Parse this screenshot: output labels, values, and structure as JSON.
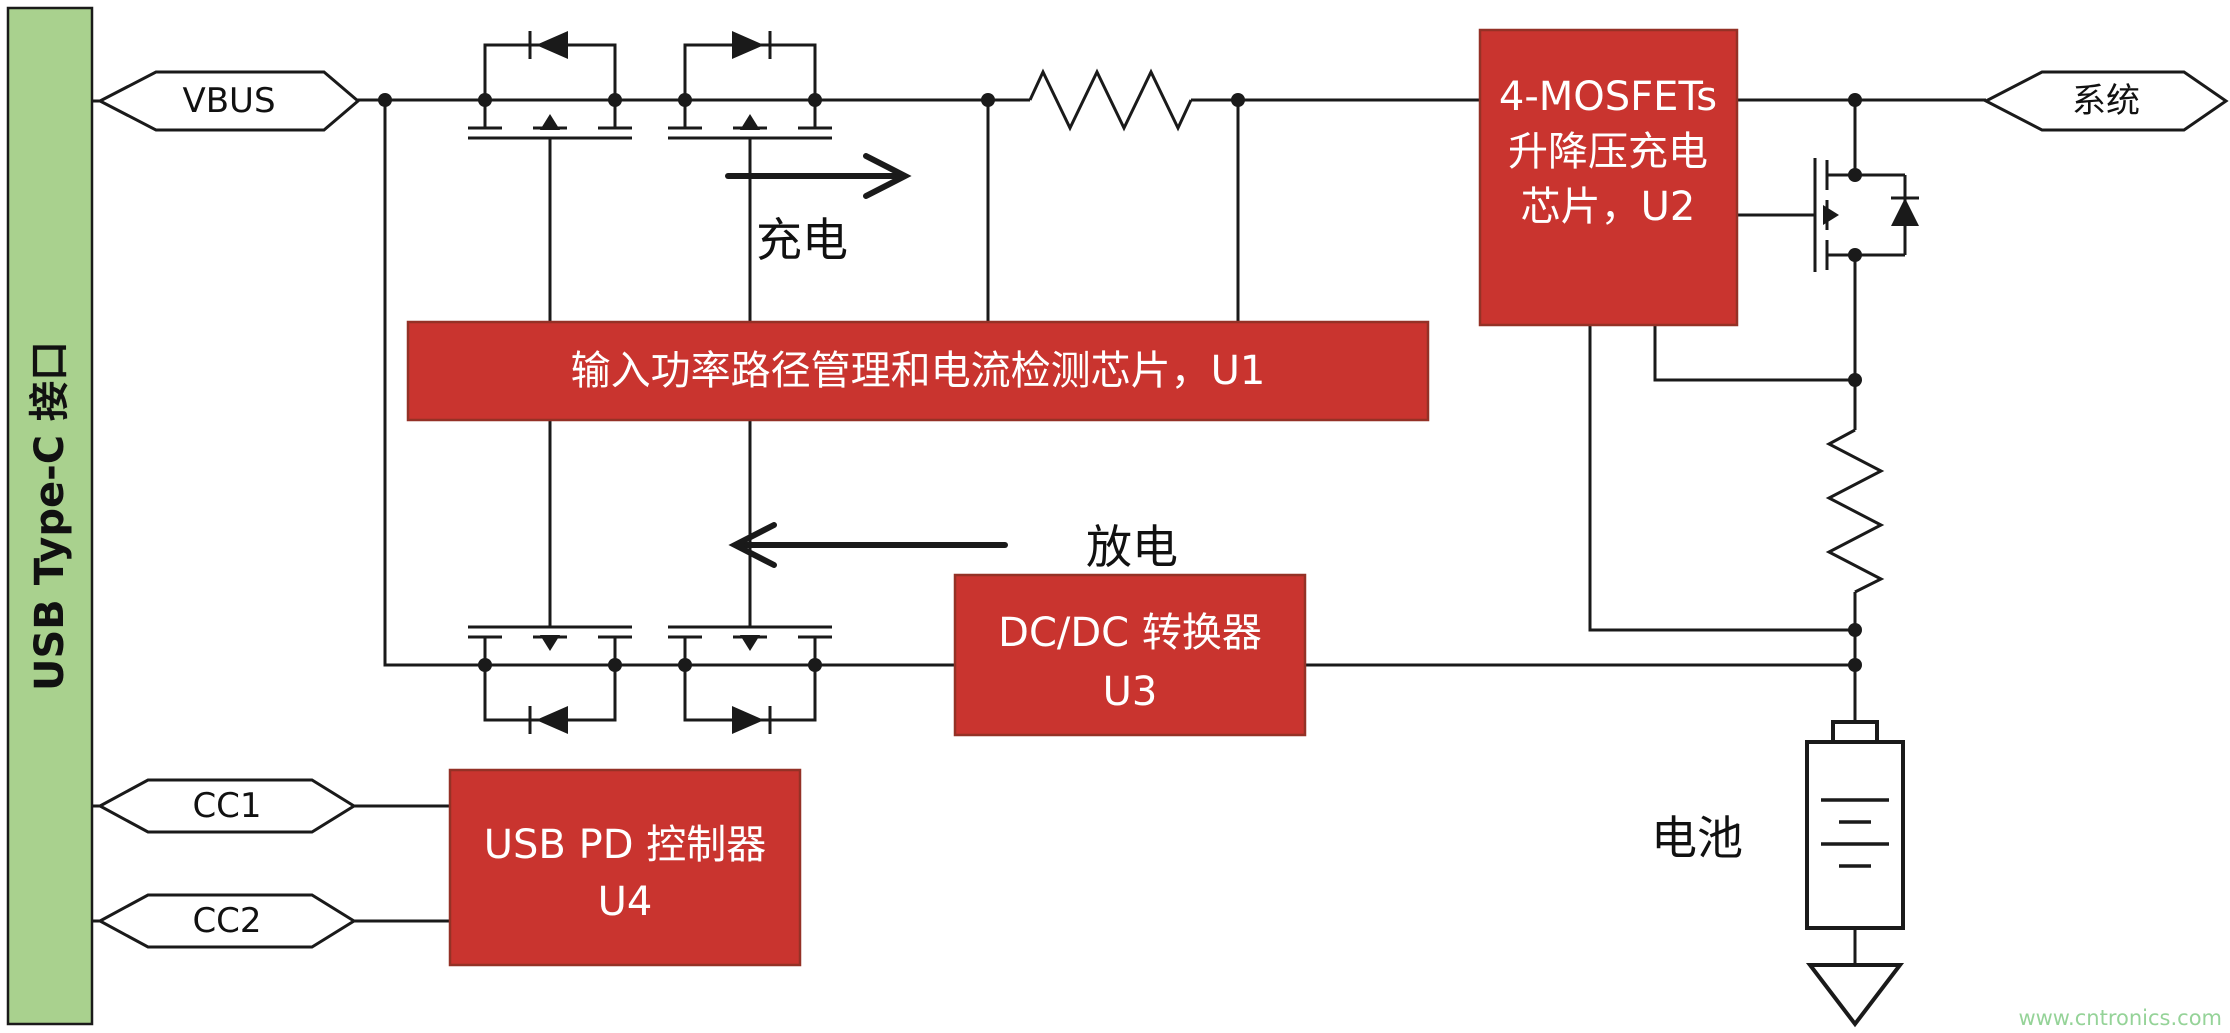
{
  "diagram": {
    "connector_label": "USB Type-C 接口",
    "tags": {
      "vbus": "VBUS",
      "system": "系统",
      "cc1": "CC1",
      "cc2": "CC2"
    },
    "blocks": {
      "u1": {
        "label": "输入功率路径管理和电流检测芯片，U1"
      },
      "u2": {
        "line1": "4-MOSFETs",
        "line2": "升降压充电",
        "line3": "芯片，U2"
      },
      "u3": {
        "line1": "DC/DC 转换器",
        "line2": "U3"
      },
      "u4": {
        "line1": "USB PD 控制器",
        "line2": "U4"
      }
    },
    "labels": {
      "charge": "充电",
      "discharge": "放电",
      "battery": "电池"
    },
    "watermark": "www.cntronics.com",
    "colors": {
      "connector_fill": "#a9d18e",
      "block_fill": "#c9342f",
      "block_border": "#943126",
      "wire": "#1a1a1a",
      "watermark": "#95d398"
    }
  }
}
